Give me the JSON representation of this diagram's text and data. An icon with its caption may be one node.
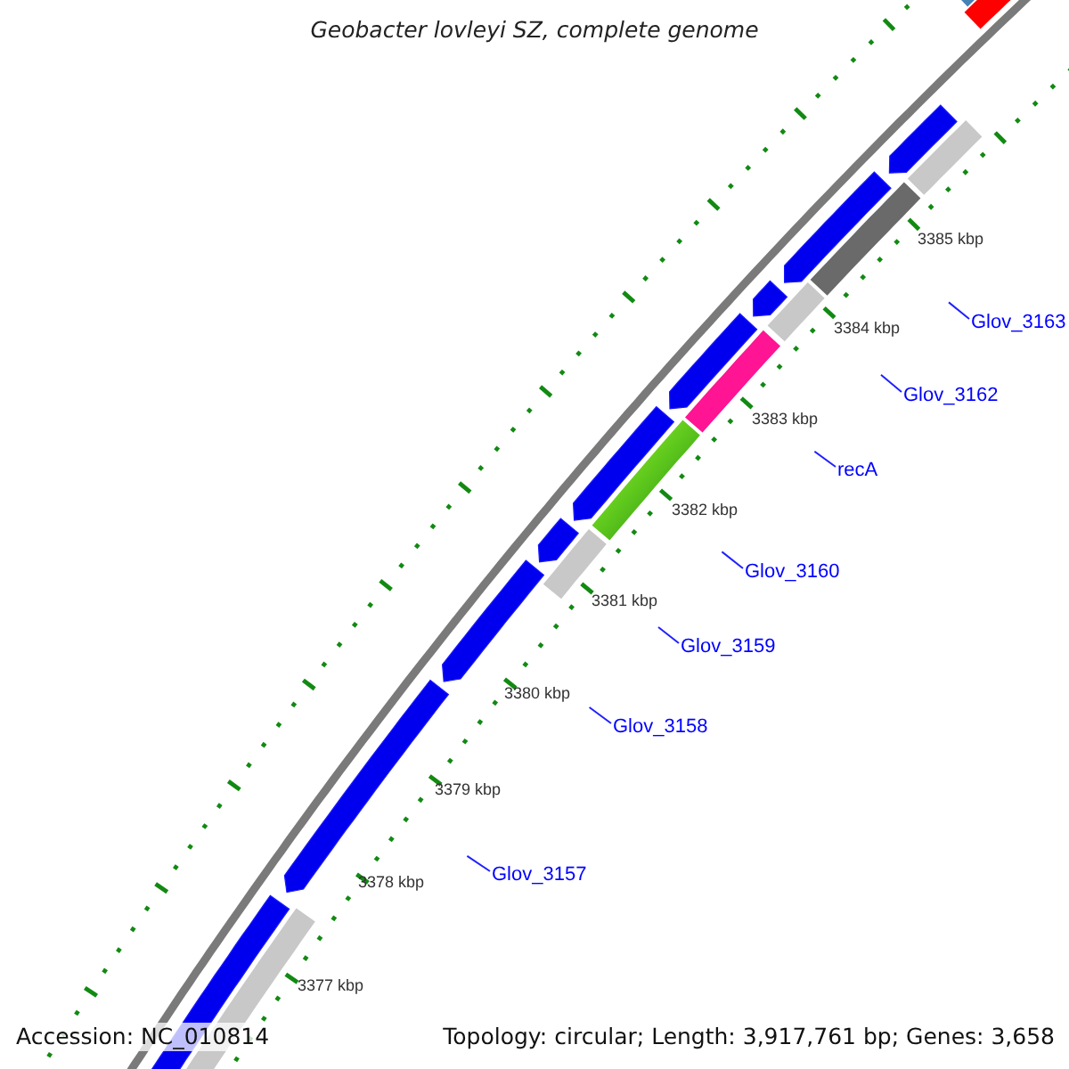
{
  "diagram": {
    "title": "Geobacter lovleyi SZ, complete genome",
    "nodes": [
      {
        "text": [
          "Glov_3163"
        ]
      },
      {
        "text": [
          "Glov_3162"
        ]
      },
      {
        "text": [
          "recA"
        ]
      },
      {
        "text": [
          "Glov_3160"
        ]
      },
      {
        "text": [
          "Glov_3159"
        ]
      },
      {
        "text": [
          "Glov_3158"
        ]
      },
      {
        "text": [
          "Glov_3157"
        ]
      }
    ],
    "edges": [
      {
        "from": 0,
        "to": null,
        "arrow": "none"
      },
      {
        "from": 1,
        "to": null,
        "arrow": "none"
      },
      {
        "from": 2,
        "to": null,
        "arrow": "none"
      },
      {
        "from": 3,
        "to": null,
        "arrow": "none"
      },
      {
        "from": 4,
        "to": null,
        "arrow": "none"
      },
      {
        "from": 5,
        "to": null,
        "arrow": "none"
      },
      {
        "from": 6,
        "to": null,
        "arrow": "none"
      }
    ],
    "labels": [
      "3385 kbp",
      "3384 kbp",
      "3383 kbp",
      "3382 kbp",
      "3381 kbp",
      "3380 kbp",
      "3379 kbp",
      "3378 kbp",
      "3377 kbp",
      "Accession: NC_010814",
      "Topology: circular; Length: 3,917,761 bp; Genes: 3,658"
    ]
  }
}
